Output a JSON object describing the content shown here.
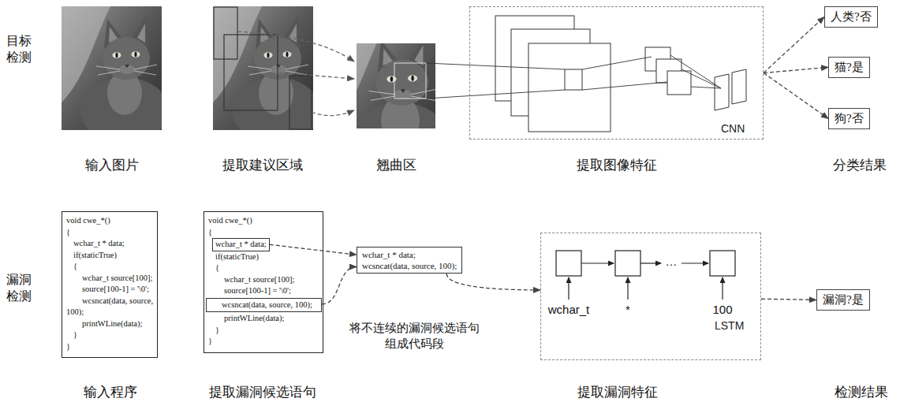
{
  "diagram": {
    "nodes": [
      {
        "text": [
          "CNN"
        ]
      },
      {
        "text": [
          "人类?否"
        ]
      },
      {
        "text": [
          "猫?是"
        ]
      },
      {
        "text": [
          "狗?否"
        ]
      },
      {
        "text": [
          "void cwe_*()",
          "{",
          "wchar_t * data;",
          "if(staticTrue)",
          "{",
          "wchar_t source[100];",
          "source[100-1] = '\\0';",
          "wcsncat(data, source, 100);",
          "printWLine(data);",
          "}",
          "}"
        ]
      },
      {
        "text": [
          "void cwe_*()",
          "{",
          "if(staticTrue)",
          "{",
          "wchar_t source[100];",
          "source[100-1] = '\\0';",
          "printWLine(data);",
          "}",
          "}"
        ]
      },
      {
        "text": [
          "wchar_t * data;"
        ],
        "in": 5
      },
      {
        "text": [
          "wcsncat(data, source, 100);"
        ],
        "in": 5
      },
      {
        "text": [
          "wchar_t * data;",
          "wcsncat(data, source, 100);"
        ]
      },
      {
        "text": [
          "LSTM"
        ]
      },
      {
        "text": [
          "漏洞?是"
        ]
      }
    ],
    "edges": [
      {
        "from": 0,
        "to": 1,
        "arrow": "to"
      },
      {
        "from": 0,
        "to": 2,
        "arrow": "to"
      },
      {
        "from": 0,
        "to": 3,
        "arrow": "to"
      },
      {
        "from": 6,
        "to": 8,
        "arrow": "to"
      },
      {
        "from": 7,
        "to": 8,
        "arrow": "to"
      },
      {
        "from": 8,
        "to": 9,
        "arrow": "to"
      },
      {
        "from": 9,
        "to": 10,
        "arrow": "to"
      }
    ],
    "labels": [
      "目标 检测",
      "输入图片",
      "提取建议区域",
      "翘曲区",
      "提取图像特征",
      "分类结果",
      "漏洞 检测",
      "将不连续的漏洞候选语句 组成代码段",
      "wchar_t",
      "*",
      "…",
      "100",
      "输入程序",
      "提取漏洞候选语句",
      "提取漏洞特征",
      "检测结果"
    ]
  }
}
